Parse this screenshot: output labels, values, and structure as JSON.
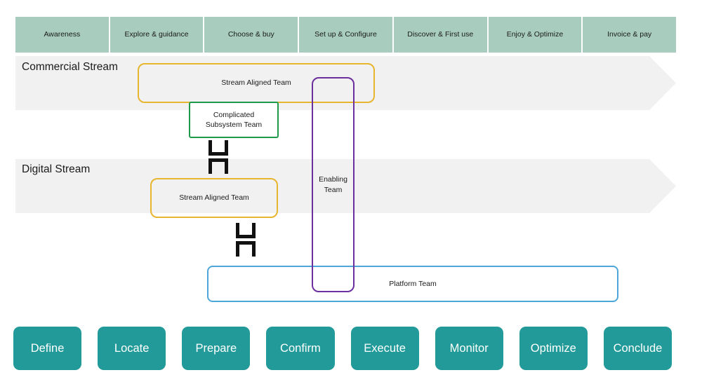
{
  "journey_header": {
    "stages": [
      {
        "label": "Awareness"
      },
      {
        "label": "Explore & guidance"
      },
      {
        "label": "Choose & buy"
      },
      {
        "label": "Set up & Configure"
      },
      {
        "label": "Discover & First use"
      },
      {
        "label": "Enjoy & Optimize"
      },
      {
        "label": "Invoice & pay"
      }
    ]
  },
  "streams": [
    {
      "label": "Commercial Stream"
    },
    {
      "label": "Digital Stream"
    }
  ],
  "teams": {
    "stream_aligned_commercial": {
      "label": "Stream Aligned Team",
      "color": "#e8b52e"
    },
    "stream_aligned_digital": {
      "label": "Stream Aligned Team",
      "color": "#e8b52e"
    },
    "complicated_subsystem": {
      "label": "Complicated\nSubsystem Team",
      "line1": "Complicated",
      "line2": "Subsystem Team",
      "color": "#1f9a4a"
    },
    "enabling": {
      "label": "Enabling Team",
      "line1": "Enabling",
      "line2": "Team",
      "color": "#6b2f9e"
    },
    "platform": {
      "label": "Platform Team",
      "color": "#4da6d9"
    }
  },
  "connectors": [
    {
      "name": "collaboration-connector-top"
    },
    {
      "name": "collaboration-connector-bottom"
    }
  ],
  "phase_buttons": {
    "color": "#219a99",
    "items": [
      {
        "label": "Define"
      },
      {
        "label": "Locate"
      },
      {
        "label": "Prepare"
      },
      {
        "label": "Confirm"
      },
      {
        "label": "Execute"
      },
      {
        "label": "Monitor"
      },
      {
        "label": "Optimize"
      },
      {
        "label": "Conclude"
      }
    ]
  },
  "colors": {
    "header_band": "#a8cdbe",
    "stream_band": "#f1f1f1",
    "button": "#219a99",
    "background": "#ffffff"
  }
}
